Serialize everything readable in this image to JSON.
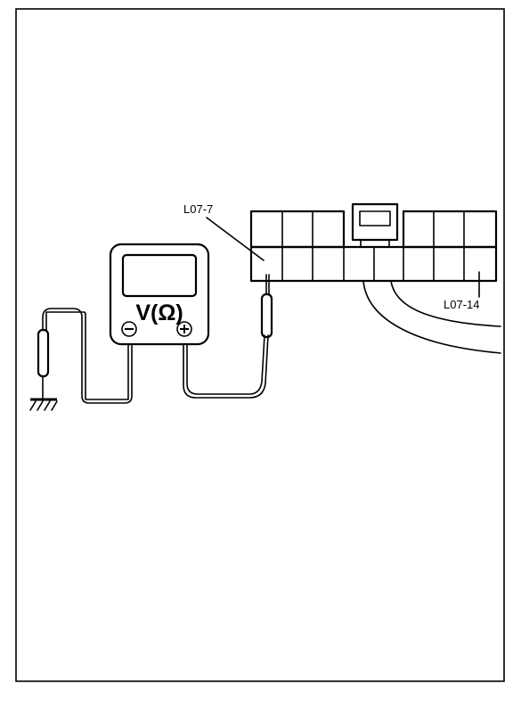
{
  "labels": {
    "pin_a": "L07-7",
    "pin_b": "L07-14",
    "meter": "V(Ω)",
    "meter_neg": "⊖",
    "meter_pos": "⊕"
  }
}
